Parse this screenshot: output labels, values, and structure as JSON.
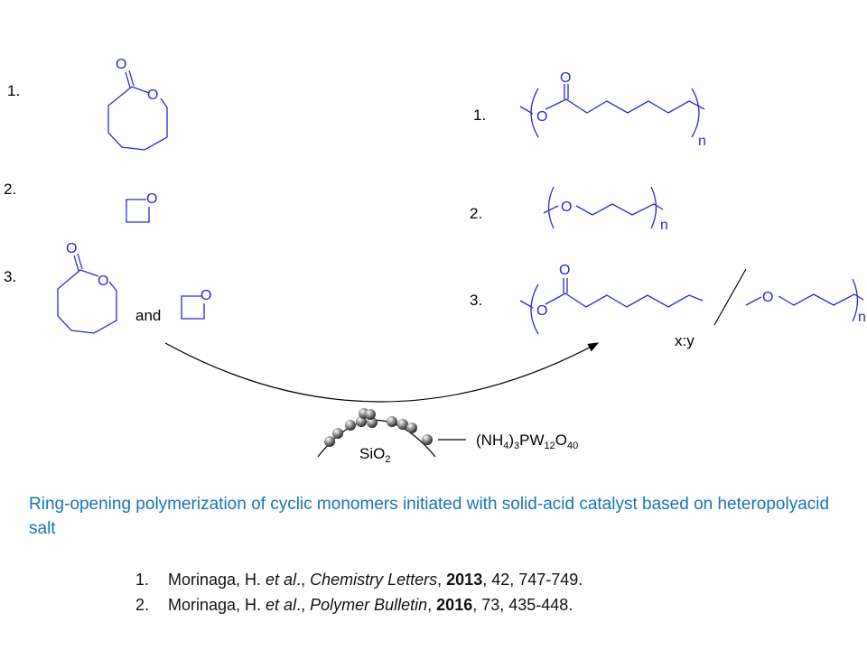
{
  "scheme": {
    "monomer_labels": [
      "1.",
      "2.",
      "3."
    ],
    "polymer_labels": [
      "1.",
      "2.",
      "3."
    ],
    "and_text": "and",
    "ratio_text": "x:y",
    "repeat_n": "n",
    "atom_O": "O",
    "support": {
      "base": "SiO",
      "sub": "2"
    },
    "catalyst": {
      "p1": "(NH",
      "s1": "4",
      "p2": ")",
      "s2": "3",
      "p3": "PW",
      "s3": "12",
      "p4": "O",
      "s4": "40"
    }
  },
  "caption": "Ring-opening polymerization of cyclic monomers initiated with solid-acid catalyst based on heteropolyacid salt",
  "references": [
    {
      "num": "1.",
      "authors": "Morinaga, H. ",
      "etal": "et al",
      "sep": ".,  ",
      "journal": "Chemistry Letters",
      "c1": ", ",
      "year": "2013",
      "rest": ", 42, 747-749."
    },
    {
      "num": "2.",
      "authors": "Morinaga, H. ",
      "etal": "et al",
      "sep": "., ",
      "journal": "Polymer Bulletin",
      "c1": ", ",
      "year": "2016",
      "rest": ", 73, 435-448."
    }
  ],
  "colors": {
    "structure": "#2a2ad0",
    "caption": "#1a73b8"
  }
}
